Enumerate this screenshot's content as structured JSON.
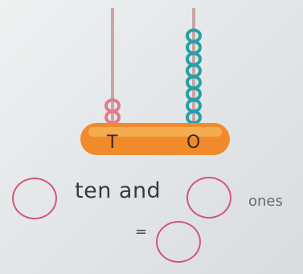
{
  "abacus": {
    "tens_label": "T",
    "ones_label": "O",
    "tens_beads": 2,
    "ones_beads": 8,
    "colors": {
      "rod": "#c7a3a2",
      "tens_bead": "#e47a88",
      "ones_bead": "#26a0a6",
      "base": "#f08a2a"
    }
  },
  "question": {
    "text_ten_and": "ten and",
    "text_ones": "ones",
    "text_equals": "="
  }
}
